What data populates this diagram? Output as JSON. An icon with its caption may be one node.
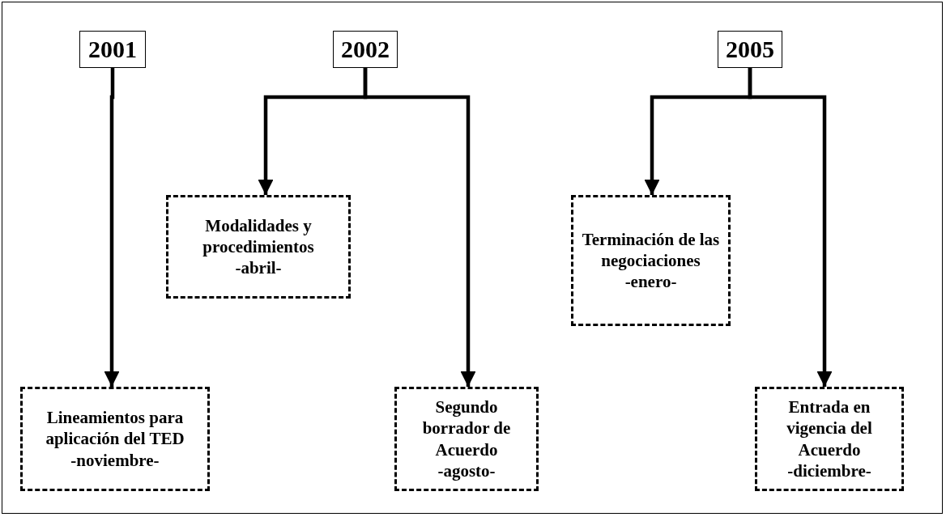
{
  "diagram": {
    "nodes": [
      {
        "text": [
          "2001"
        ]
      },
      {
        "text": [
          "2002"
        ]
      },
      {
        "text": [
          "2005"
        ]
      },
      {
        "text": [
          "Modalidades y procedimientos",
          "-abril-"
        ]
      },
      {
        "text": [
          "Terminación de las negociaciones",
          "-enero-"
        ]
      },
      {
        "text": [
          "Lineamientos para aplicación del TED",
          "-noviembre-"
        ]
      },
      {
        "text": [
          "Segundo borrador de Acuerdo",
          "-agosto-"
        ]
      },
      {
        "text": [
          "Entrada en vigencia del Acuerdo",
          "-diciembre-"
        ]
      }
    ],
    "edges": [
      {
        "from": 0,
        "to": 5,
        "arrow": "to"
      },
      {
        "from": 1,
        "to": 3,
        "arrow": "to"
      },
      {
        "from": 1,
        "to": 6,
        "arrow": "to"
      },
      {
        "from": 2,
        "to": 4,
        "arrow": "to"
      },
      {
        "from": 2,
        "to": 7,
        "arrow": "to"
      }
    ]
  }
}
